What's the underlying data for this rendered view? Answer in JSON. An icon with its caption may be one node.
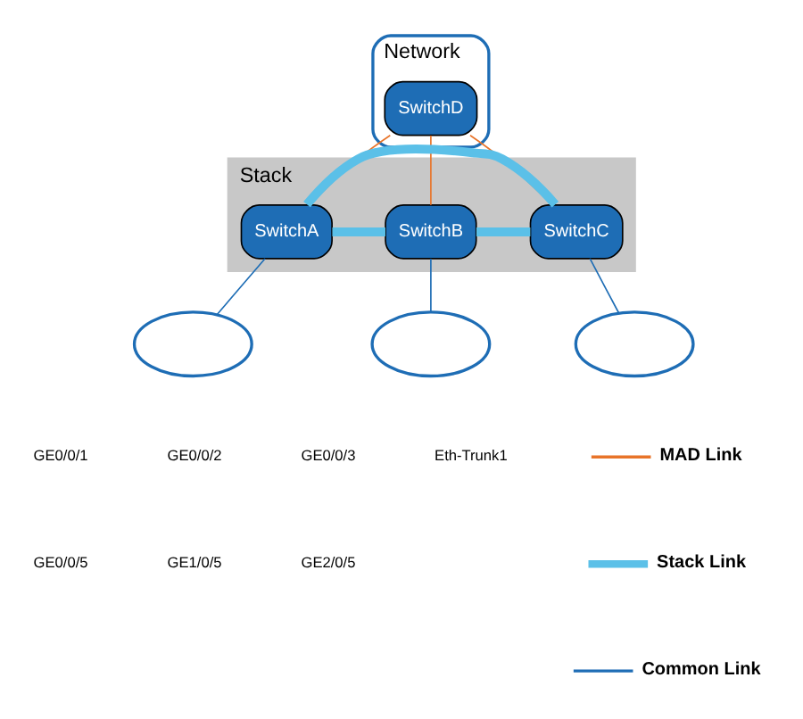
{
  "diagram": {
    "nodes": [
      {
        "text": [
          "Network"
        ]
      },
      {
        "text": [
          "SwitchD"
        ],
        "in": 0
      },
      {
        "text": [
          "Stack"
        ]
      },
      {
        "text": [
          "SwitchA"
        ],
        "in": 2
      },
      {
        "text": [
          "SwitchB"
        ],
        "in": 2
      },
      {
        "text": [
          "SwitchC"
        ],
        "in": 2
      },
      {
        "text": [],
        "shape": "cloud"
      },
      {
        "text": [],
        "shape": "cloud"
      },
      {
        "text": [],
        "shape": "cloud"
      }
    ],
    "edges": [
      {
        "from": 1,
        "to": 3,
        "arrow": "none",
        "color": "#e8742a"
      },
      {
        "from": 1,
        "to": 4,
        "arrow": "none",
        "color": "#e8742a"
      },
      {
        "from": 1,
        "to": 5,
        "arrow": "none",
        "color": "#e8742a"
      },
      {
        "from": 3,
        "to": 4,
        "arrow": "none",
        "style": "thick",
        "color": "#5bc0e8"
      },
      {
        "from": 4,
        "to": 5,
        "arrow": "none",
        "style": "thick",
        "color": "#5bc0e8"
      },
      {
        "from": 3,
        "to": 5,
        "arrow": "none",
        "style": "thick",
        "color": "#5bc0e8"
      },
      {
        "from": 3,
        "to": 6,
        "arrow": "none",
        "color": "#1e6db5"
      },
      {
        "from": 4,
        "to": 7,
        "arrow": "none",
        "color": "#1e6db5"
      },
      {
        "from": 5,
        "to": 8,
        "arrow": "none",
        "color": "#1e6db5"
      }
    ],
    "labels": [
      "GE0/0/1",
      "GE0/0/2",
      "GE0/0/3",
      "Eth-Trunk1",
      "GE0/0/5",
      "GE1/0/5",
      "GE2/0/5"
    ],
    "legend": [
      {
        "text": "MAD Link"
      },
      {
        "text": "Stack Link"
      },
      {
        "text": "Common Link"
      }
    ]
  }
}
